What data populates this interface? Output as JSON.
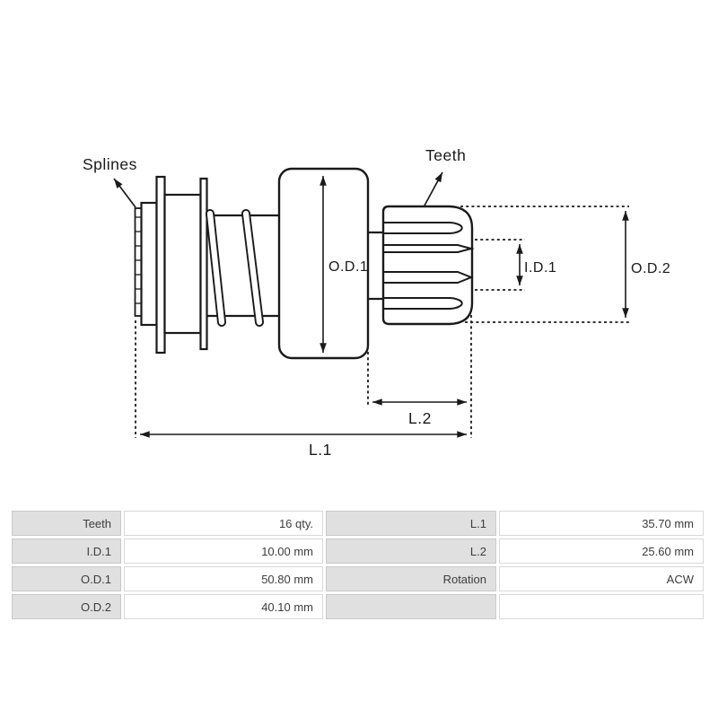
{
  "diagram": {
    "labels": {
      "splines": "Splines",
      "teeth": "Teeth",
      "od1": "O.D.1",
      "id1": "I.D.1",
      "od2": "O.D.2",
      "l1": "L.1",
      "l2": "L.2"
    },
    "line_color": "#1a1a1a",
    "background_color": "#ffffff"
  },
  "spec_table": {
    "label_cell_color": "#e0e0e0",
    "value_cell_color": "#ffffff",
    "left_rows": [
      {
        "label": "Teeth",
        "value": "16 qty."
      },
      {
        "label": "I.D.1",
        "value": "10.00 mm"
      },
      {
        "label": "O.D.1",
        "value": "50.80 mm"
      },
      {
        "label": "O.D.2",
        "value": "40.10 mm"
      }
    ],
    "right_rows": [
      {
        "label": "L.1",
        "value": "35.70 mm"
      },
      {
        "label": "L.2",
        "value": "25.60 mm"
      },
      {
        "label": "Rotation",
        "value": "ACW"
      },
      {
        "label": "",
        "value": ""
      }
    ]
  }
}
